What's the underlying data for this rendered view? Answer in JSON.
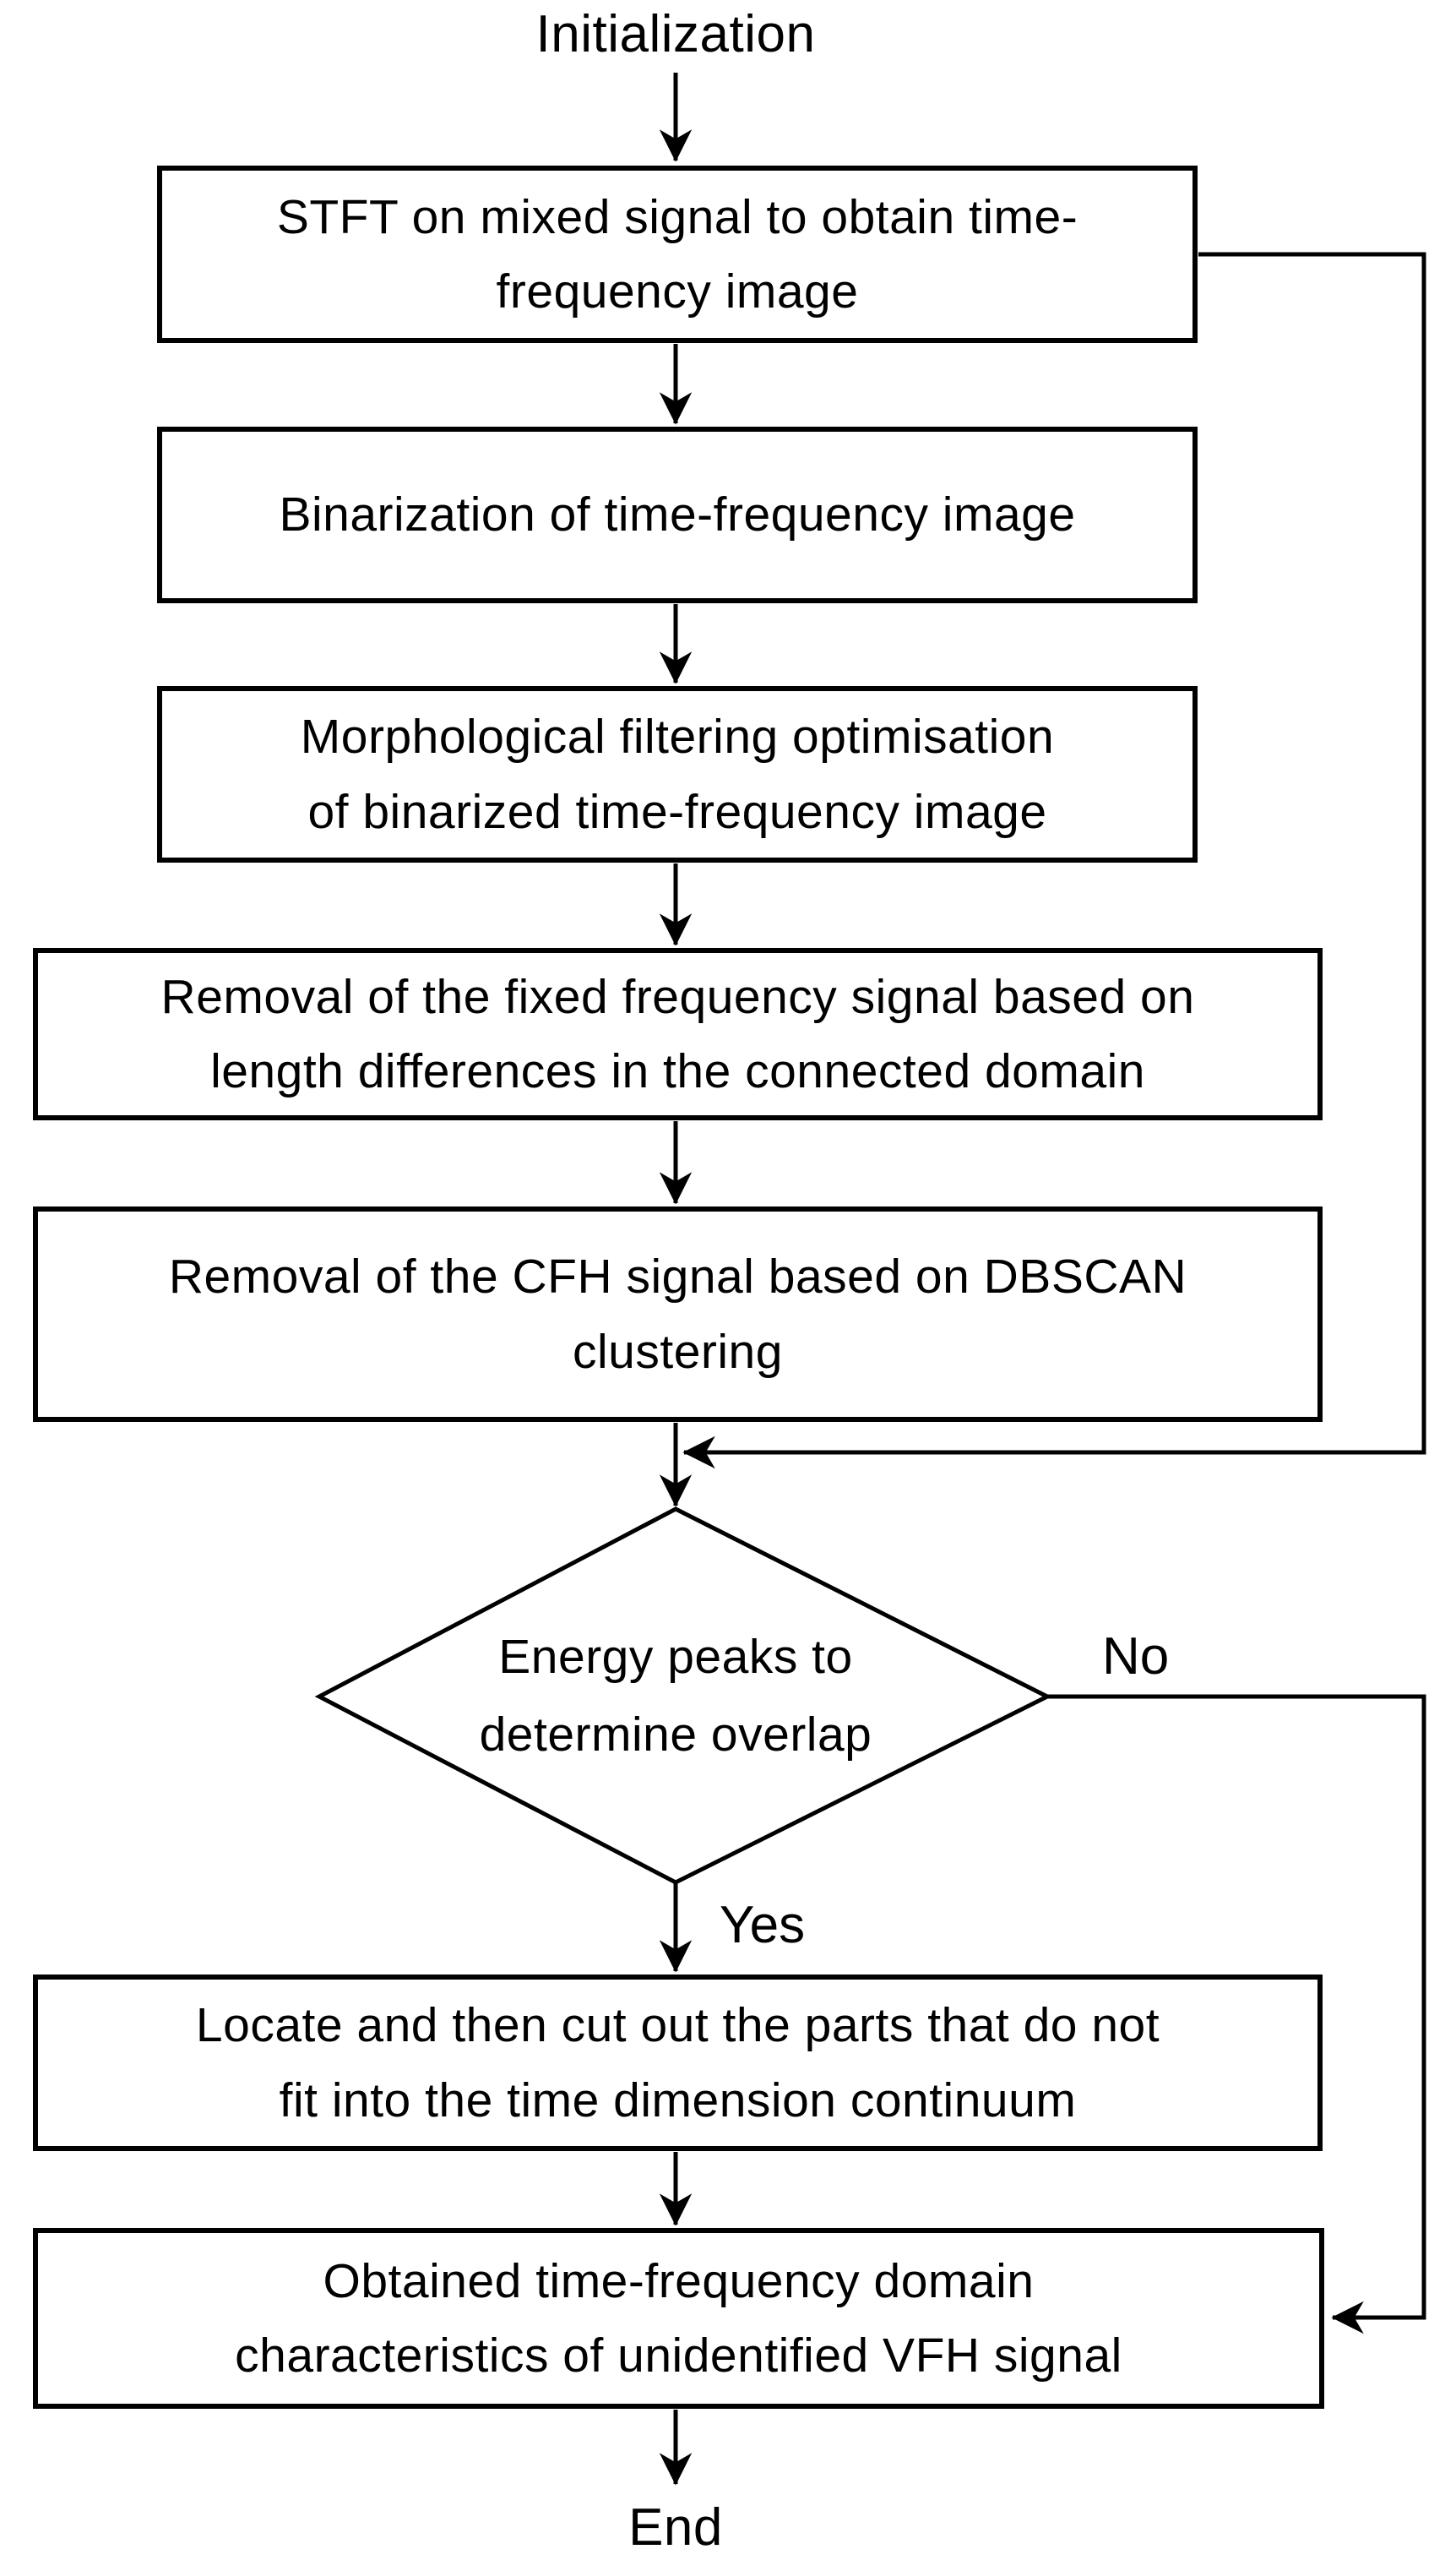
{
  "flowchart": {
    "colors": {
      "stroke": "#000000",
      "box_fill": "#ffffff",
      "text": "#000000",
      "background": "#ffffff"
    },
    "start_label": "Initialization",
    "end_label": "End",
    "boxes": [
      {
        "id": "stft",
        "label": "STFT on mixed signal to obtain time-\nfrequency image"
      },
      {
        "id": "binarization",
        "label": "Binarization of time-frequency image"
      },
      {
        "id": "morphological",
        "label": "Morphological filtering optimisation\nof binarized time-frequency image"
      },
      {
        "id": "remove-fixed",
        "label": "Removal of the fixed frequency signal based on\nlength differences in the connected domain"
      },
      {
        "id": "remove-cfh",
        "label": "Removal of the CFH signal based on DBSCAN\nclustering"
      },
      {
        "id": "locate-cut",
        "label": "Locate and then cut out the parts that do not\nfit into the time dimension continuum"
      },
      {
        "id": "obtained-vfh",
        "label": "Obtained time-frequency domain\ncharacteristics of unidentified VFH signal"
      }
    ],
    "decision": {
      "label": "Energy peaks to\ndetermine overlap",
      "yes_label": "Yes",
      "no_label": "No"
    }
  }
}
